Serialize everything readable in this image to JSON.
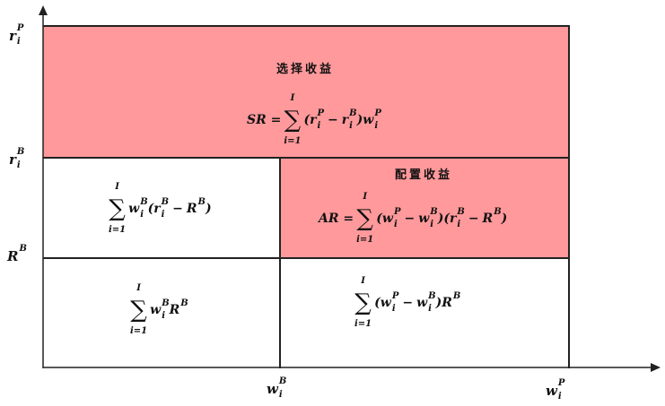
{
  "colors": {
    "highlight": "#FF999B",
    "axis": "#222222"
  },
  "axes": {
    "y_labels": [
      {
        "base": "r",
        "sub": "i",
        "sup": "P"
      },
      {
        "base": "r",
        "sub": "i",
        "sup": "B"
      },
      {
        "base": "R",
        "sub": "",
        "sup": "B"
      }
    ],
    "x_labels": [
      {
        "base": "w",
        "sub": "i",
        "sup": "B"
      },
      {
        "base": "w",
        "sub": "i",
        "sup": "P"
      }
    ]
  },
  "regions": {
    "selection": {
      "title": "选择收益",
      "prefix": "SR =",
      "upper": "I",
      "lower": "i=1",
      "term": [
        {
          "t": "("
        },
        {
          "base": "r",
          "sub": "i",
          "sup": "P"
        },
        {
          "t": " − ",
          "op": true
        },
        {
          "base": "r",
          "sub": "i",
          "sup": "B"
        },
        {
          "t": ")"
        },
        {
          "base": "w",
          "sub": "i",
          "sup": "P"
        }
      ]
    },
    "allocation": {
      "title": "配置收益",
      "prefix": "AR =",
      "upper": "I",
      "lower": "i=1",
      "term": [
        {
          "t": "("
        },
        {
          "base": "w",
          "sub": "i",
          "sup": "P"
        },
        {
          "t": " − ",
          "op": true
        },
        {
          "base": "w",
          "sub": "i",
          "sup": "B"
        },
        {
          "t": ")("
        },
        {
          "base": "r",
          "sub": "i",
          "sup": "B"
        },
        {
          "t": " − ",
          "op": true
        },
        {
          "base": "R",
          "sup": "B"
        },
        {
          "t": ")"
        }
      ]
    },
    "benchmark_excess": {
      "prefix": "",
      "upper": "I",
      "lower": "i=1",
      "term": [
        {
          "base": "w",
          "sub": "i",
          "sup": "B"
        },
        {
          "t": " ("
        },
        {
          "base": "r",
          "sub": "i",
          "sup": "B"
        },
        {
          "t": " − ",
          "op": true
        },
        {
          "base": "R",
          "sup": "B"
        },
        {
          "t": ")"
        }
      ]
    },
    "benchmark_base": {
      "prefix": "",
      "upper": "I",
      "lower": "i=1",
      "term": [
        {
          "base": "w",
          "sub": "i",
          "sup": "B"
        },
        {
          "base": "R",
          "sup": "B"
        }
      ]
    },
    "weight_diff": {
      "prefix": "",
      "upper": "I",
      "lower": "i=1",
      "term": [
        {
          "t": "("
        },
        {
          "base": "w",
          "sub": "i",
          "sup": "P"
        },
        {
          "t": " − ",
          "op": true
        },
        {
          "base": "w",
          "sub": "i",
          "sup": "B"
        },
        {
          "t": ") "
        },
        {
          "base": "R",
          "sup": "B"
        }
      ]
    }
  }
}
